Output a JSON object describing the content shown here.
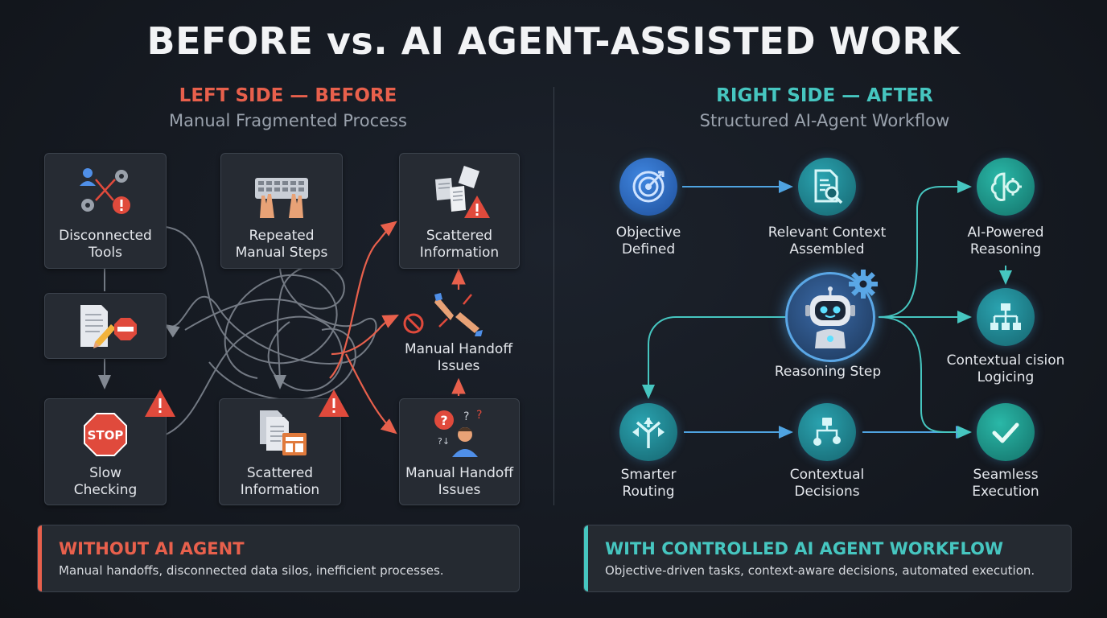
{
  "title": "BEFORE vs. AI AGENT-ASSISTED WORK",
  "left": {
    "heading": "LEFT SIDE — BEFORE",
    "subheading": "Manual Fragmented Process",
    "cards": {
      "disconnected_tools": "Disconnected\nTools",
      "repeated_manual_steps": "Repeated\nManual Steps",
      "scattered_information_top": "Scattered\nInformation",
      "manual_handoff_mid": "Manual Handoff\nIssues",
      "slow_checking": "Slow\nChecking",
      "scattered_information_bottom": "Scattered\nInformation",
      "manual_handoff_bottom": "Manual Handoff\nIssues",
      "stop_sign_text": "STOP"
    },
    "banner": {
      "heading": "WITHOUT AI AGENT",
      "body": "Manual handoffs, disconnected data silos, inefficient processes."
    }
  },
  "right": {
    "heading": "RIGHT SIDE — AFTER",
    "subheading": "Structured AI-Agent Workflow",
    "nodes": {
      "objective": "Objective\nDefined",
      "context": "Relevant Context\nAssembled",
      "reasoning_ai": "AI-Powered\nReasoning",
      "reasoning_step": "Reasoning Step",
      "contextual_logic": "Contextual cision\nLogicing",
      "routing": "Smarter\nRouting",
      "decisions": "Contextual\nDecisions",
      "execution": "Seamless\nExecution"
    },
    "banner": {
      "heading": "WITH CONTROLLED AI AGENT WORKFLOW",
      "body": "Objective-driven tasks, context-aware decisions, automated execution."
    }
  },
  "colors": {
    "before_accent": "#e8604c",
    "after_accent": "#46c6c0",
    "blue_node": "#2f6fc9",
    "teal_node": "#1f8f9a"
  }
}
